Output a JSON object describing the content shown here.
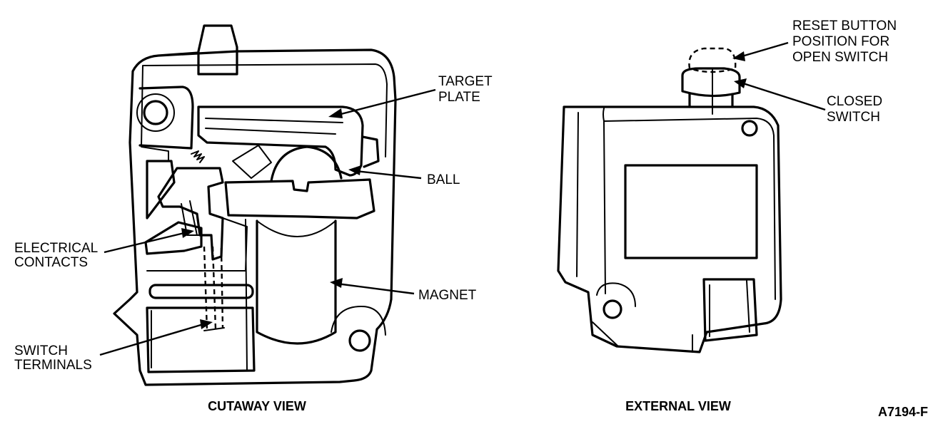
{
  "labels": {
    "target_plate": [
      "TARGET",
      "PLATE"
    ],
    "ball": "BALL",
    "electrical_contacts": [
      "ELECTRICAL",
      "CONTACTS"
    ],
    "magnet": "MAGNET",
    "switch_terminals": [
      "SWITCH",
      "TERMINALS"
    ],
    "reset_button": [
      "RESET BUTTON",
      "POSITION FOR",
      "OPEN SWITCH"
    ],
    "closed_switch": [
      "CLOSED",
      "SWITCH"
    ]
  },
  "captions": {
    "cutaway": "CUTAWAY VIEW",
    "external": "EXTERNAL VIEW",
    "figure_id": "A7194-F"
  }
}
